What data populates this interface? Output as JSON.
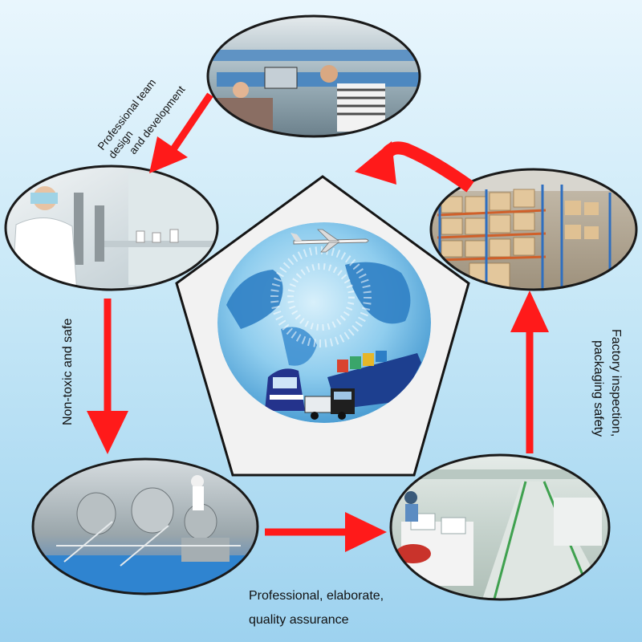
{
  "diagram": {
    "title": "",
    "center": {
      "name": "global-logistics-globe",
      "icons": [
        "airplane-icon",
        "cargo-ship-icon",
        "train-icon",
        "truck-icon"
      ]
    },
    "stages": [
      {
        "photo": "office-team-photo"
      },
      {
        "photo": "laboratory-photo"
      },
      {
        "photo": "production-line-photo"
      },
      {
        "photo": "factory-floor-photo"
      },
      {
        "photo": "warehouse-photo"
      }
    ],
    "labels": {
      "team": [
        "Professional team design",
        "and development"
      ],
      "safe": "Non-toxic and safe",
      "factory": [
        "Factory inspection,",
        "packaging safety"
      ],
      "quality": [
        "Professional, elaborate,",
        "quality assurance"
      ]
    },
    "colors": {
      "arrow": "#ff1a1a",
      "pentagon_fill": "#f2f2f2",
      "pentagon_stroke": "#151515",
      "background_top": "#e9f6fd",
      "background_bottom": "#9dd2ef"
    }
  }
}
